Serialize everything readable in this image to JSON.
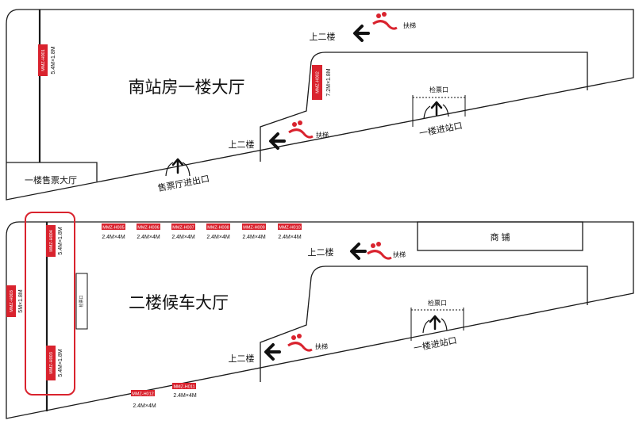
{
  "floor1": {
    "hall_title": "南站房一楼大厅",
    "ticket_hall": "一楼售票大厅",
    "ticket_exit": "售票厅进出口",
    "upstairs_label_a": "上二楼",
    "upstairs_label_b": "上二楼",
    "escalator_a": "扶梯",
    "escalator_b": "扶梯",
    "checkin": "检票口",
    "entrance": "一楼进站口",
    "ads": [
      {
        "id": "MMZ-H001",
        "size": "5.4M×1.8M"
      },
      {
        "id": "MMZ-H002",
        "size": "7.2M×1.8M"
      }
    ]
  },
  "floor2": {
    "hall_title": "二楼候车大厅",
    "shop": "商    铺",
    "upstairs_label_a": "上二楼",
    "upstairs_label_b": "上二楼",
    "escalator_a": "扶梯",
    "escalator_b": "扶梯",
    "checkin": "检票口",
    "entrance": "一楼进站口",
    "side_checkin": "检票口",
    "ads_top": [
      {
        "id": "MMZ-H005",
        "size": "2.4M×4M"
      },
      {
        "id": "MMZ-H006",
        "size": "2.4M×4M"
      },
      {
        "id": "MMZ-H007",
        "size": "2.4M×4M"
      },
      {
        "id": "MMZ-H008",
        "size": "2.4M×4M"
      },
      {
        "id": "MMZ-H009",
        "size": "2.4M×4M"
      },
      {
        "id": "MMZ-H010",
        "size": "2.4M×4M"
      }
    ],
    "ads_vertical": [
      {
        "id": "MMZ-H003",
        "size": "5M×1.8M"
      },
      {
        "id": "MMZ-H004",
        "size": "5.4M×1.8M"
      },
      {
        "id": "MMZ-H003",
        "size": "5.4M×1.8M"
      }
    ],
    "ads_bottom": [
      {
        "id": "MMZ-H012",
        "size": "2.4M×4M"
      },
      {
        "id": "MMZ-H011",
        "size": "2.4M×4M"
      }
    ]
  },
  "colors": {
    "accent": "#d9232e",
    "line": "#1a1a1a"
  }
}
